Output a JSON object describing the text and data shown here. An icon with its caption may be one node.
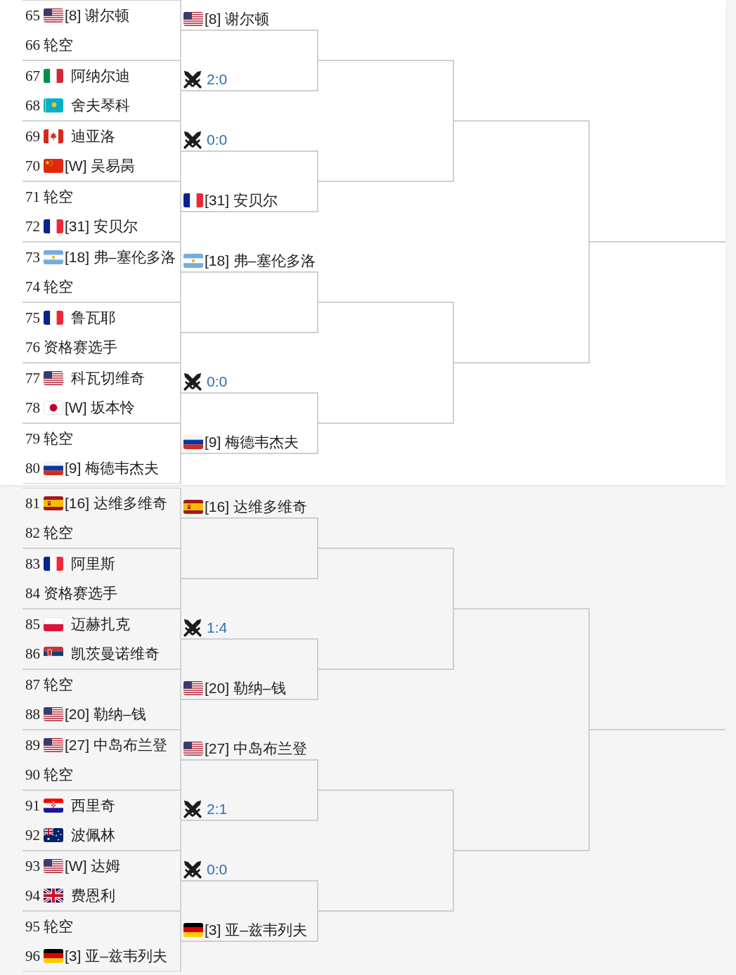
{
  "diagram": {
    "nodes": [
      {
        "text": [],
        "shape": "box"
      },
      {
        "text": [
          "65",
          "[8] 谢尔顿"
        ],
        "in": 0
      },
      {
        "text": [
          "66",
          "轮空"
        ],
        "in": 0
      },
      {
        "text": [],
        "shape": "box"
      },
      {
        "text": [
          "67",
          "阿纳尔迪"
        ],
        "in": 3
      },
      {
        "text": [
          "68",
          "舍夫琴科"
        ],
        "in": 3
      },
      {
        "text": [],
        "shape": "box"
      },
      {
        "text": [
          "69",
          "迪亚洛"
        ],
        "in": 6
      },
      {
        "text": [
          "70",
          "[W] 吴易昺"
        ],
        "in": 6
      },
      {
        "text": [],
        "shape": "box"
      },
      {
        "text": [
          "71",
          "轮空"
        ],
        "in": 9
      },
      {
        "text": [
          "72",
          "[31] 安贝尔"
        ],
        "in": 9
      },
      {
        "text": [],
        "shape": "box"
      },
      {
        "text": [
          "73",
          "[18] 弗–塞伦多洛"
        ],
        "in": 12
      },
      {
        "text": [
          "74",
          "轮空"
        ],
        "in": 12
      },
      {
        "text": [],
        "shape": "box"
      },
      {
        "text": [
          "75",
          "鲁瓦耶"
        ],
        "in": 15
      },
      {
        "text": [
          "76",
          "资格赛选手"
        ],
        "in": 15
      },
      {
        "text": [],
        "shape": "box"
      },
      {
        "text": [
          "77",
          "科瓦切维奇"
        ],
        "in": 18
      },
      {
        "text": [
          "78",
          "[W] 坂本怜"
        ],
        "in": 18
      },
      {
        "text": [],
        "shape": "box"
      },
      {
        "text": [
          "79",
          "轮空"
        ],
        "in": 21
      },
      {
        "text": [
          "80",
          "[9] 梅德韦杰夫"
        ],
        "in": 21
      },
      {
        "text": [],
        "shape": "box"
      },
      {
        "text": [
          "81",
          "[16] 达维多维奇"
        ],
        "in": 24
      },
      {
        "text": [
          "82",
          "轮空"
        ],
        "in": 24
      },
      {
        "text": [],
        "shape": "box"
      },
      {
        "text": [
          "83",
          "阿里斯"
        ],
        "in": 27
      },
      {
        "text": [
          "84",
          "资格赛选手"
        ],
        "in": 27
      },
      {
        "text": [],
        "shape": "box"
      },
      {
        "text": [
          "85",
          "迈赫扎克"
        ],
        "in": 30
      },
      {
        "text": [
          "86",
          "凯茨曼诺维奇"
        ],
        "in": 30
      },
      {
        "text": [],
        "shape": "box"
      },
      {
        "text": [
          "87",
          "轮空"
        ],
        "in": 33
      },
      {
        "text": [
          "88",
          "[20] 勒纳–钱"
        ],
        "in": 33
      },
      {
        "text": [],
        "shape": "box"
      },
      {
        "text": [
          "89",
          "[27] 中岛布兰登"
        ],
        "in": 36
      },
      {
        "text": [
          "90",
          "轮空"
        ],
        "in": 36
      },
      {
        "text": [],
        "shape": "box"
      },
      {
        "text": [
          "91",
          "西里奇"
        ],
        "in": 39
      },
      {
        "text": [
          "92",
          "波佩林"
        ],
        "in": 39
      },
      {
        "text": [],
        "shape": "box"
      },
      {
        "text": [
          "93",
          "[W] 达姆"
        ],
        "in": 42
      },
      {
        "text": [
          "94",
          "费恩利"
        ],
        "in": 42
      },
      {
        "text": [],
        "shape": "box"
      },
      {
        "text": [
          "95",
          "轮空"
        ],
        "in": 45
      },
      {
        "text": [
          "96",
          "[3] 亚–兹韦列夫"
        ],
        "in": 45
      },
      {
        "text": [
          "[8] 谢尔顿"
        ]
      },
      {
        "text": [
          "2:0"
        ]
      },
      {
        "text": [
          "0:0"
        ]
      },
      {
        "text": [
          "[31] 安贝尔"
        ]
      },
      {
        "text": [
          "[18] 弗–塞伦多洛"
        ]
      },
      {
        "text": [],
        "shape": "line"
      },
      {
        "text": [
          "0:0"
        ]
      },
      {
        "text": [
          "[9] 梅德韦杰夫"
        ]
      },
      {
        "text": [
          "[16] 达维多维奇"
        ]
      },
      {
        "text": [],
        "shape": "line"
      },
      {
        "text": [
          "1:4"
        ]
      },
      {
        "text": [
          "[20] 勒纳–钱"
        ]
      },
      {
        "text": [
          "[27] 中岛布兰登"
        ]
      },
      {
        "text": [
          "2:1"
        ]
      },
      {
        "text": [
          "0:0"
        ]
      },
      {
        "text": [
          "[3] 亚–兹韦列夫"
        ]
      },
      {
        "text": [],
        "shape": "line"
      },
      {
        "text": [],
        "shape": "line"
      },
      {
        "text": [],
        "shape": "line"
      },
      {
        "text": [],
        "shape": "line"
      },
      {
        "text": [],
        "shape": "line"
      },
      {
        "text": [],
        "shape": "line"
      },
      {
        "text": [],
        "shape": "line"
      },
      {
        "text": [],
        "shape": "line"
      },
      {
        "text": [],
        "shape": "line"
      },
      {
        "text": [],
        "shape": "line"
      },
      {
        "text": [],
        "shape": "line"
      },
      {
        "text": [],
        "shape": "line"
      },
      {
        "text": [],
        "shape": "line"
      },
      {
        "text": [],
        "shape": "line"
      }
    ],
    "edges": [
      {
        "from": 48,
        "to": 64,
        "arrow": "none"
      },
      {
        "from": 49,
        "to": 64,
        "arrow": "none"
      },
      {
        "from": 50,
        "to": 65,
        "arrow": "none"
      },
      {
        "from": 51,
        "to": 65,
        "arrow": "none"
      },
      {
        "from": 52,
        "to": 66,
        "arrow": "none"
      },
      {
        "from": 53,
        "to": 66,
        "arrow": "none"
      },
      {
        "from": 54,
        "to": 67,
        "arrow": "none"
      },
      {
        "from": 55,
        "to": 67,
        "arrow": "none"
      },
      {
        "from": 56,
        "to": 68,
        "arrow": "none"
      },
      {
        "from": 57,
        "to": 68,
        "arrow": "none"
      },
      {
        "from": 58,
        "to": 69,
        "arrow": "none"
      },
      {
        "from": 59,
        "to": 69,
        "arrow": "none"
      },
      {
        "from": 60,
        "to": 70,
        "arrow": "none"
      },
      {
        "from": 61,
        "to": 70,
        "arrow": "none"
      },
      {
        "from": 62,
        "to": 71,
        "arrow": "none"
      },
      {
        "from": 63,
        "to": 71,
        "arrow": "none"
      },
      {
        "from": 64,
        "to": 72,
        "arrow": "none"
      },
      {
        "from": 65,
        "to": 72,
        "arrow": "none"
      },
      {
        "from": 66,
        "to": 73,
        "arrow": "none"
      },
      {
        "from": 67,
        "to": 73,
        "arrow": "none"
      },
      {
        "from": 68,
        "to": 74,
        "arrow": "none"
      },
      {
        "from": 69,
        "to": 74,
        "arrow": "none"
      },
      {
        "from": 70,
        "to": 75,
        "arrow": "none"
      },
      {
        "from": 71,
        "to": 75,
        "arrow": "none"
      },
      {
        "from": 72,
        "to": 76,
        "arrow": "none"
      },
      {
        "from": 73,
        "to": 76,
        "arrow": "none"
      },
      {
        "from": 74,
        "to": 77,
        "arrow": "none"
      },
      {
        "from": 75,
        "to": 77,
        "arrow": "none"
      }
    ]
  }
}
